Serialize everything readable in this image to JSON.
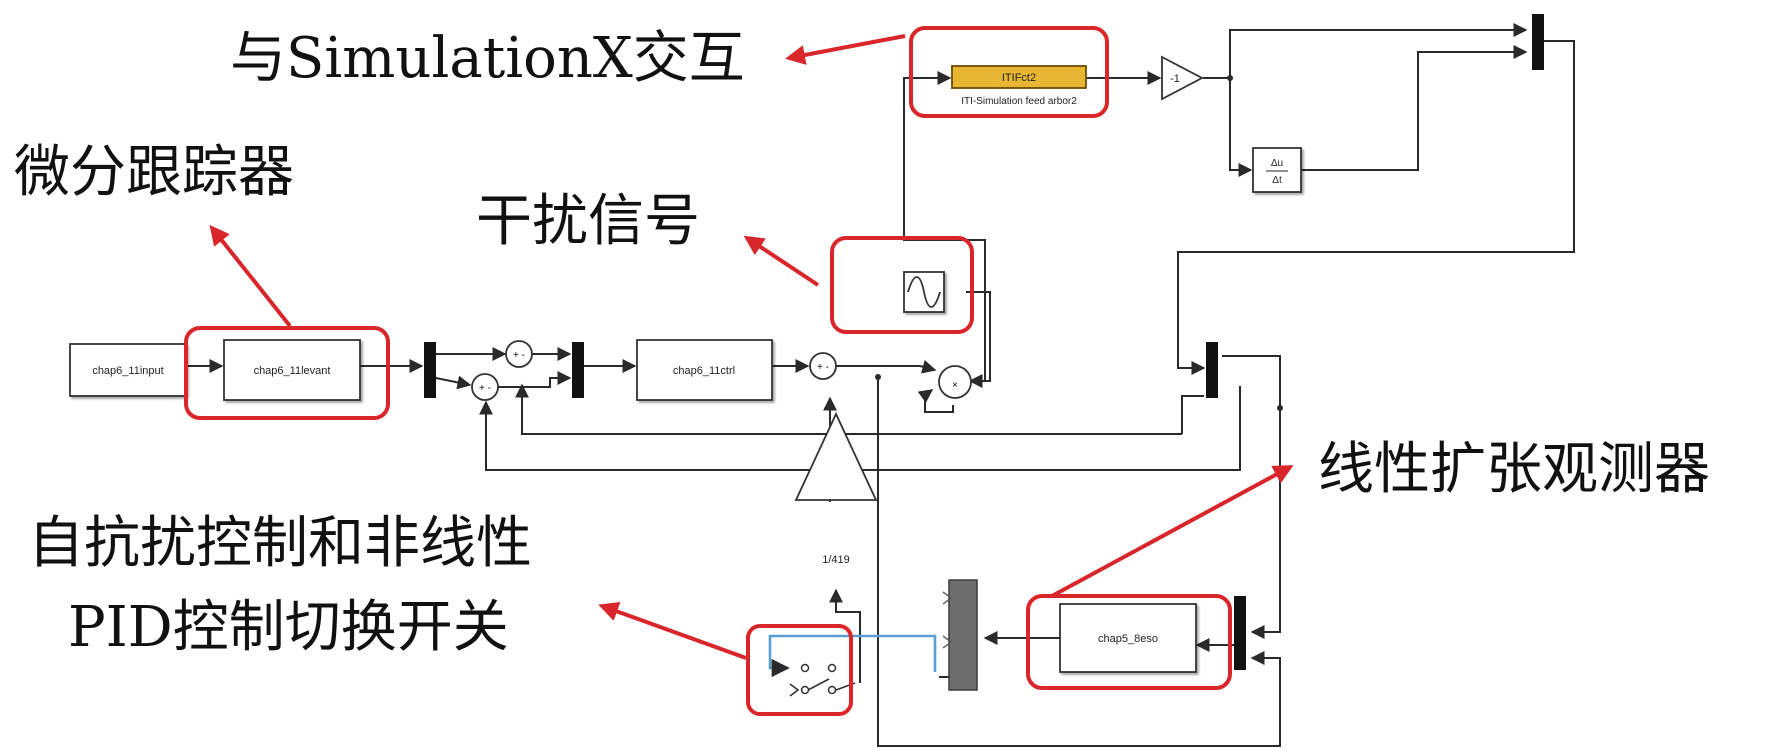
{
  "annotations": {
    "simulationx": "与SimulationX交互",
    "tracker": "微分跟踪器",
    "disturbance": "干扰信号",
    "switch_line1": "自抗扰控制和非线性",
    "switch_line2": "PID控制切换开关",
    "eso": "线性扩张观测器"
  },
  "blocks": {
    "input": "chap6_11input",
    "levant": "chap6_11levant",
    "ctrl": "chap6_11ctrl",
    "itifct": "ITIFct2",
    "itifct_caption": "ITI-Simulation feed arbor2",
    "gain_neg": "-1",
    "gain": "1/419",
    "eso": "chap5_8eso",
    "derivative_top": "Δu",
    "derivative_bottom": "Δt"
  },
  "signs": {
    "sum1": "+ -",
    "sum2": "+ -",
    "sum3": "+ -",
    "sum4": "+ -",
    "product": "×"
  },
  "colors": {
    "highlight": "#d9262b",
    "itifct_fill": "#e7b633",
    "switch_wire": "#5a9fd0",
    "mux_bar": "#111111"
  }
}
